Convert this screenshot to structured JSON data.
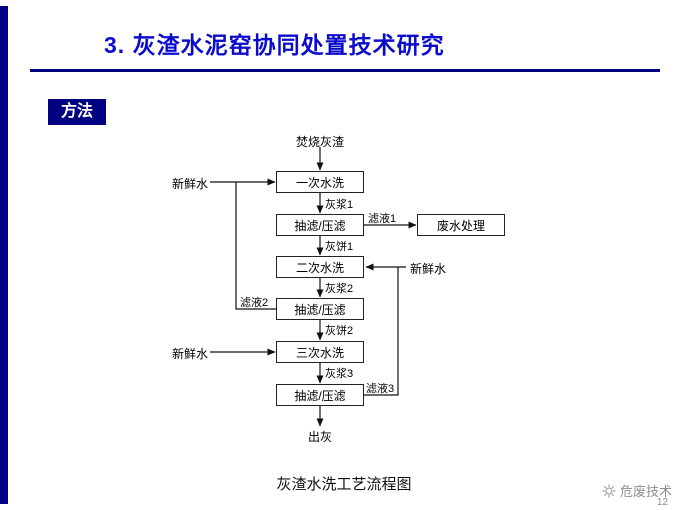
{
  "colors": {
    "accent": "#000080",
    "title": "#0b0bcc"
  },
  "slide": {
    "title": "3. 灰渣水泥窑协同处置技术研究",
    "badge": "方法",
    "caption": "灰渣水洗工艺流程图",
    "watermark": "危废技术",
    "page_number": "12"
  },
  "flowchart": {
    "start": "焚烧灰渣",
    "end": "出灰",
    "boxes": {
      "wash1": "一次水洗",
      "press1": "抽滤/压滤",
      "wastewater": "废水处理",
      "wash2": "二次水洗",
      "press2": "抽滤/压滤",
      "wash3": "三次水洗",
      "press3": "抽滤/压滤"
    },
    "labels": {
      "fresh_water_1": "新鲜水",
      "fresh_water_2": "新鲜水",
      "fresh_water_3": "新鲜水",
      "slurry_1": "灰浆1",
      "slurry_2": "灰浆2",
      "slurry_3": "灰浆3",
      "cake_1": "灰饼1",
      "cake_2": "灰饼2",
      "filtrate_1": "滤液1",
      "filtrate_2": "滤液2",
      "filtrate_3": "滤液3"
    }
  }
}
